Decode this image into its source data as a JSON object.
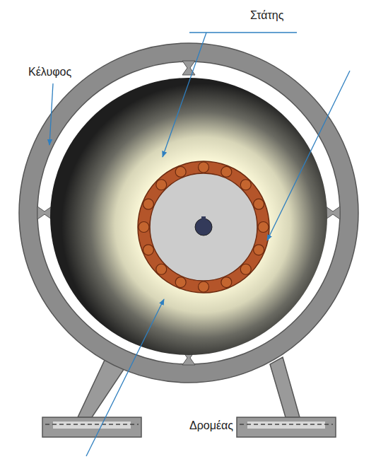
{
  "diagram": {
    "labels": [
      "Στάτης",
      "Κέλυφος",
      "Δρομέας"
    ]
  }
}
